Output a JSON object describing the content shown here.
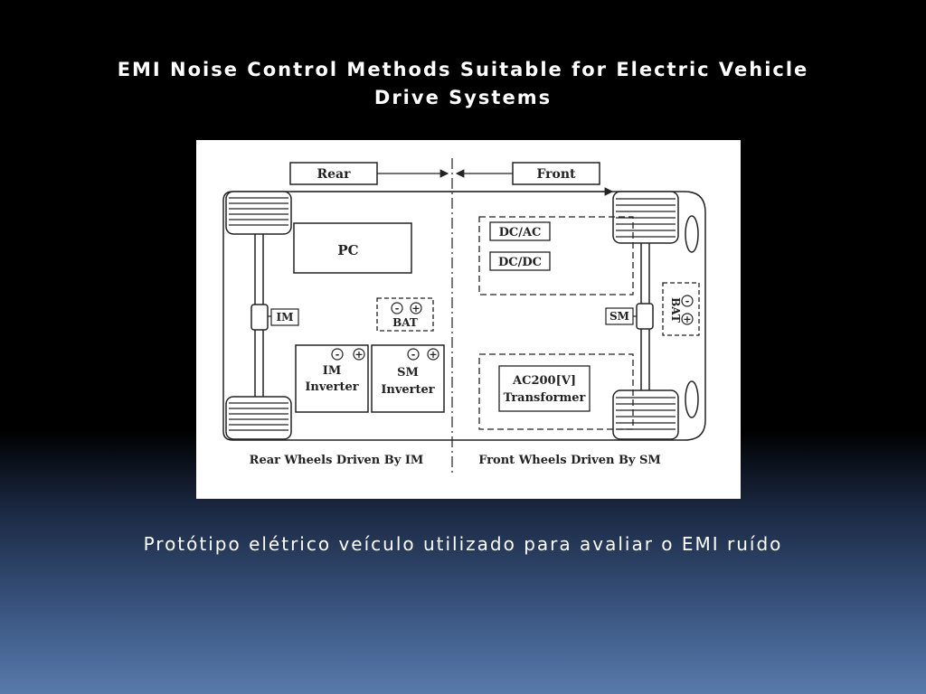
{
  "slide": {
    "title": "EMI Noise Control Methods Suitable for Electric Vehicle Drive Systems",
    "caption": "Protótipo elétrico veículo utilizado para avaliar o EMI ruído"
  },
  "diagram": {
    "rear_label": "Rear",
    "front_label": "Front",
    "pc": "PC",
    "im": "IM",
    "sm": "SM",
    "bat_center": "BAT",
    "bat_right": "BAT",
    "dcac": "DC/AC",
    "dcdc": "DC/DC",
    "im_inverter_1": "IM",
    "im_inverter_2": "Inverter",
    "sm_inverter_1": "SM",
    "sm_inverter_2": "Inverter",
    "transformer_1": "AC200[V]",
    "transformer_2": "Transformer",
    "rear_caption": "Rear Wheels Driven By IM",
    "front_caption": "Front Wheels Driven By SM",
    "minus": "-",
    "plus": "+"
  }
}
